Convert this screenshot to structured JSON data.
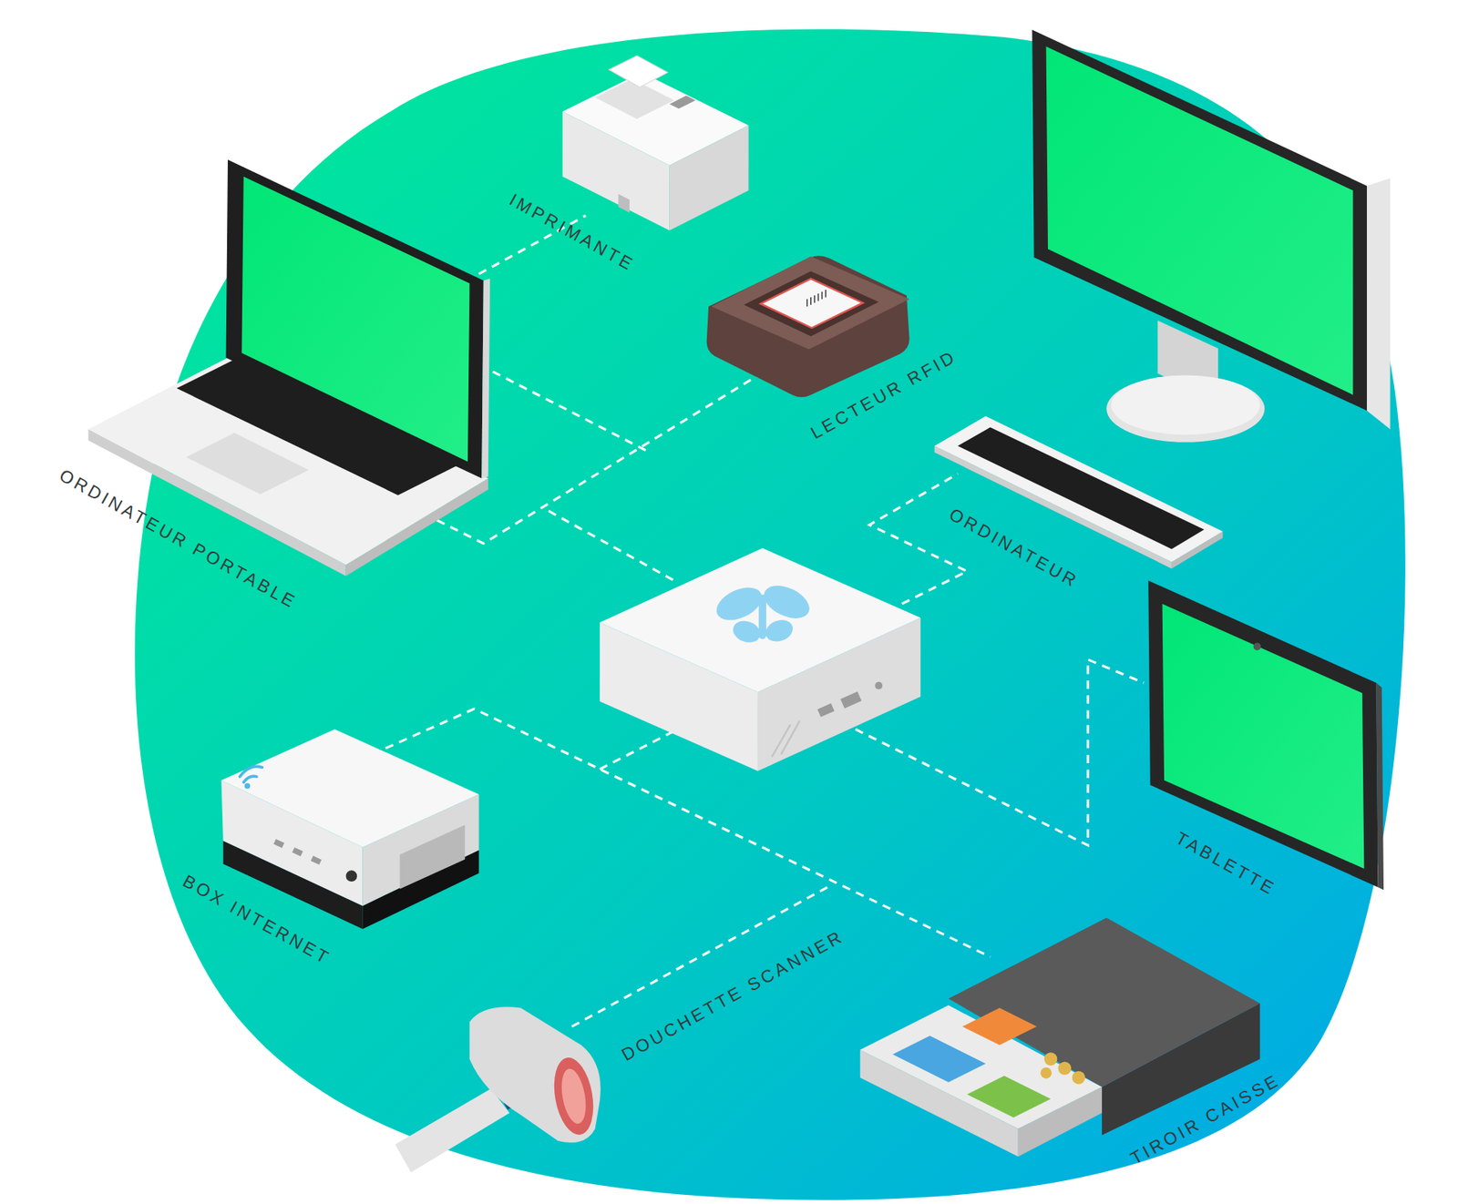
{
  "diagram": {
    "labels": [
      "IMPRIMANTE",
      "LECTEUR RFID",
      "ORDINATEUR PORTABLE",
      "ORDINATEUR",
      "TABLETTE",
      "BOX INTERNET",
      "DOUCHETTE SCANNER",
      "TIROIR CAISSE"
    ]
  }
}
